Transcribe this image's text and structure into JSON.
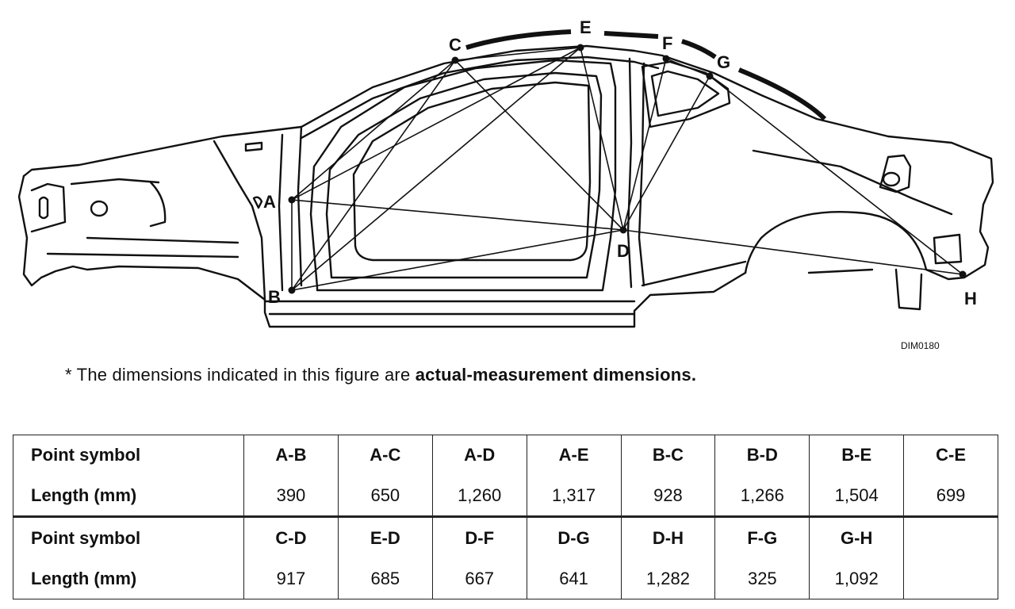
{
  "figure": {
    "code": "DIM0180",
    "points": [
      "A",
      "B",
      "C",
      "D",
      "E",
      "F",
      "G",
      "H"
    ],
    "measurements": [
      "A-B",
      "A-C",
      "A-D",
      "A-E",
      "B-C",
      "B-D",
      "B-E",
      "C-E",
      "C-D",
      "E-D",
      "D-F",
      "D-G",
      "D-H",
      "F-G",
      "G-H"
    ]
  },
  "note": {
    "prefix": "* The dimensions indicated in this figure are ",
    "emphasis": "actual-measurement dimensions."
  },
  "table": {
    "header_symbol": "Point symbol",
    "header_length": "Length (mm)",
    "rows": [
      {
        "symbols": [
          "A-B",
          "A-C",
          "A-D",
          "A-E",
          "B-C",
          "B-D",
          "B-E",
          "C-E"
        ],
        "lengths": [
          "390",
          "650",
          "1,260",
          "1,317",
          "928",
          "1,266",
          "1,504",
          "699"
        ]
      },
      {
        "symbols": [
          "C-D",
          "E-D",
          "D-F",
          "D-G",
          "D-H",
          "F-G",
          "G-H",
          ""
        ],
        "lengths": [
          "917",
          "685",
          "667",
          "641",
          "1,282",
          "325",
          "1,092",
          ""
        ]
      }
    ]
  }
}
